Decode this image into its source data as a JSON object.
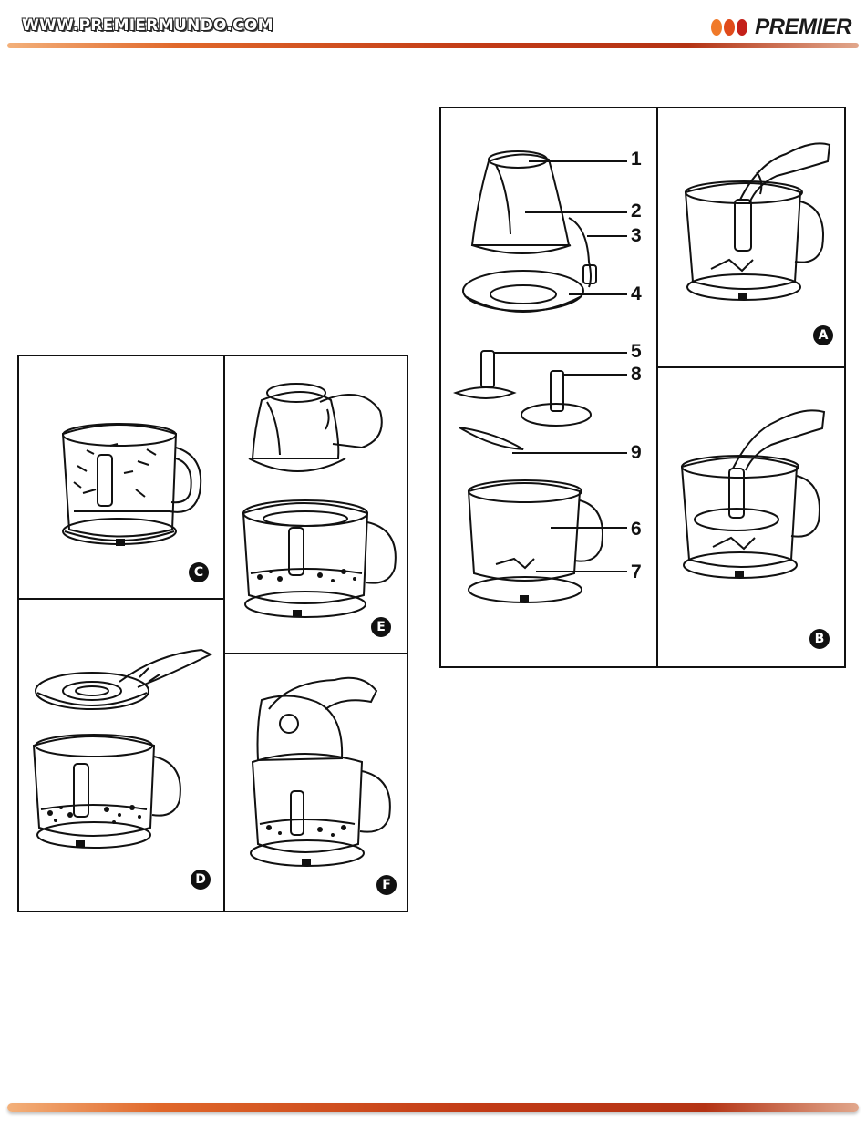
{
  "header": {
    "site_url": "WWW.PREMIERMUNDO.COM",
    "brand_name": "PREMIER",
    "brand_dot_colors": [
      "#f07a2a",
      "#e04a1a",
      "#c4201a"
    ]
  },
  "colors": {
    "accent_rule": "#c23b16",
    "line_art": "#111111"
  },
  "parts_diagram": {
    "part_numbers": [
      "1",
      "2",
      "3",
      "4",
      "5",
      "8",
      "9",
      "6",
      "7"
    ]
  },
  "step_labels": {
    "A": "A",
    "B": "B",
    "C": "C",
    "D": "D",
    "E": "E",
    "F": "F"
  }
}
